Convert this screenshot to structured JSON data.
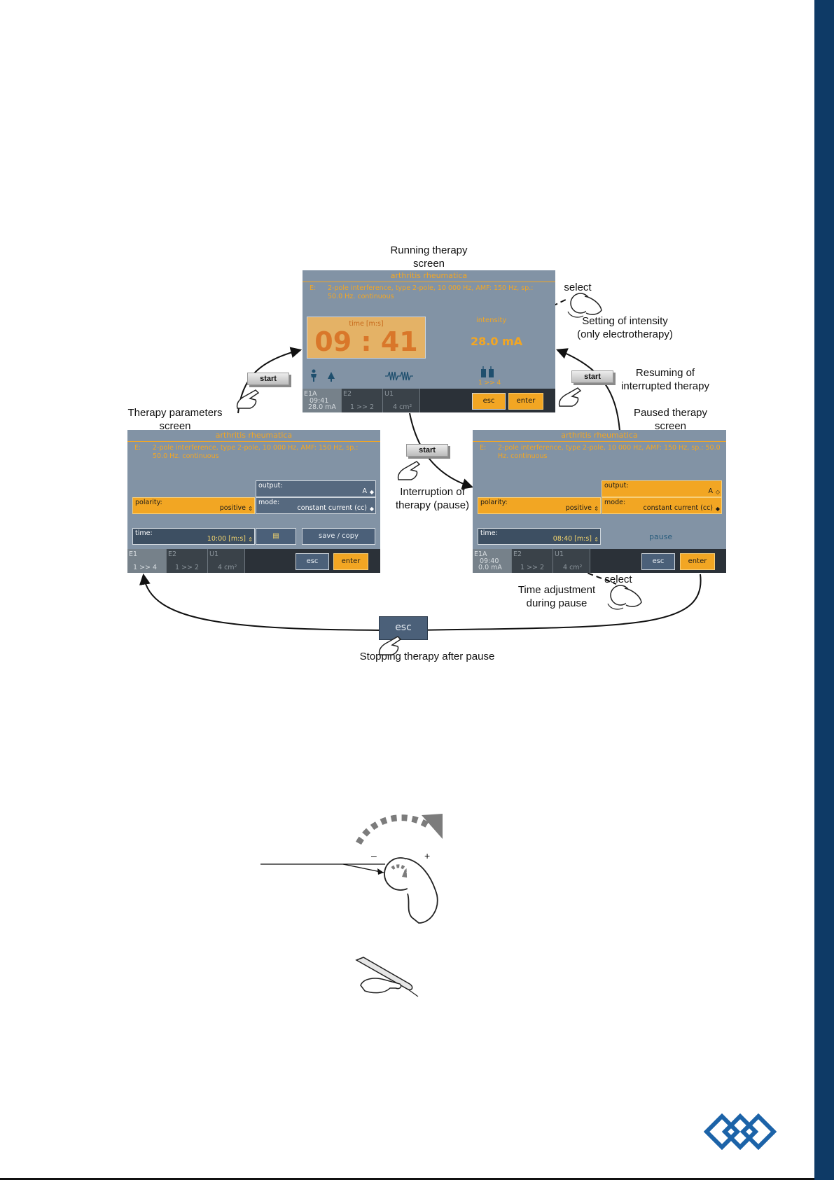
{
  "labels": {
    "running_screen": [
      "Running therapy",
      "screen"
    ],
    "params_screen": [
      "Therapy parameters",
      "screen"
    ],
    "paused_screen": [
      "Paused therapy",
      "screen"
    ],
    "intensity_setting": [
      "Setting of intensity",
      "(only electrotherapy)"
    ],
    "resuming": [
      "Resuming of",
      "interrupted therapy"
    ],
    "interruption": [
      "Interruption of",
      "therapy (pause)"
    ],
    "time_adjust": [
      "Time adjustment",
      "during pause"
    ],
    "stopping": "Stopping therapy after pause",
    "select_top": "select",
    "select_bottom": "select",
    "start_1": "start",
    "start_2": "start",
    "start_3": "start",
    "esc_key": "esc"
  },
  "running": {
    "title": "arthritis rheumatica",
    "desc_prefix": "E:",
    "desc": "2-pole interference, type 2-pole, 10 000 Hz, AMF: 150 Hz, sp.: 50.0 Hz. continuous",
    "time_label": "time [m:s]",
    "time_value": "09 : 41",
    "intensity_label": "intensity",
    "intensity_value": "28.0  mA",
    "channel_text": "1 >> 4",
    "tab1_top": "E1A",
    "tab1_mid": "09:41",
    "tab1_bot": "28.0   mA",
    "tab2_top": "E2",
    "tab2_bot": "1 >> 2",
    "tab3_top": "U1",
    "tab3_bot": "4 cm²",
    "esc": "esc",
    "enter": "enter"
  },
  "params": {
    "title": "arthritis rheumatica",
    "desc_prefix": "E:",
    "desc": "2-pole interference, type 2-pole, 10 000 Hz, AMF: 150 Hz, sp.: 50.0 Hz. continuous",
    "output_label": "output:",
    "output_value": "A",
    "polarity_label": "polarity:",
    "polarity_value": "positive",
    "mode_label": "mode:",
    "mode_value": "constant current (cc)",
    "time_label": "time:",
    "time_value": "10:00 [m:s]",
    "save_copy": "save / copy",
    "tab1_top": "E1",
    "tab1_bot": "1 >> 4",
    "tab2_top": "E2",
    "tab2_bot": "1 >> 2",
    "tab3_top": "U1",
    "tab3_bot": "4 cm²",
    "esc": "esc",
    "enter": "enter"
  },
  "paused": {
    "title": "arthritis rheumatica",
    "desc_prefix": "E:",
    "desc": "2-pole interference, type 2-pole, 10 000 Hz, AMF: 150 Hz, sp.: 50.0 Hz. continuous",
    "output_label": "output:",
    "output_value": "A",
    "polarity_label": "polarity:",
    "polarity_value": "positive",
    "mode_label": "mode:",
    "mode_value": "constant current (cc)",
    "time_label": "time:",
    "time_value": "08:40 [m:s]",
    "pause_text": "pause",
    "tab1_top": "E1A",
    "tab1_mid": "09:40",
    "tab1_bot": "0.0   mA",
    "tab2_top": "E2",
    "tab2_bot": "1 >> 2",
    "tab3_top": "U1",
    "tab3_bot": "4 cm²",
    "esc": "esc",
    "enter": "enter"
  },
  "knob": {
    "minus": "–",
    "plus": "+"
  },
  "colors": {
    "sidebar": "#0e3a66",
    "screen_bg": "#8293a5",
    "accent": "#f2a623",
    "logo": "#1c63a8"
  }
}
